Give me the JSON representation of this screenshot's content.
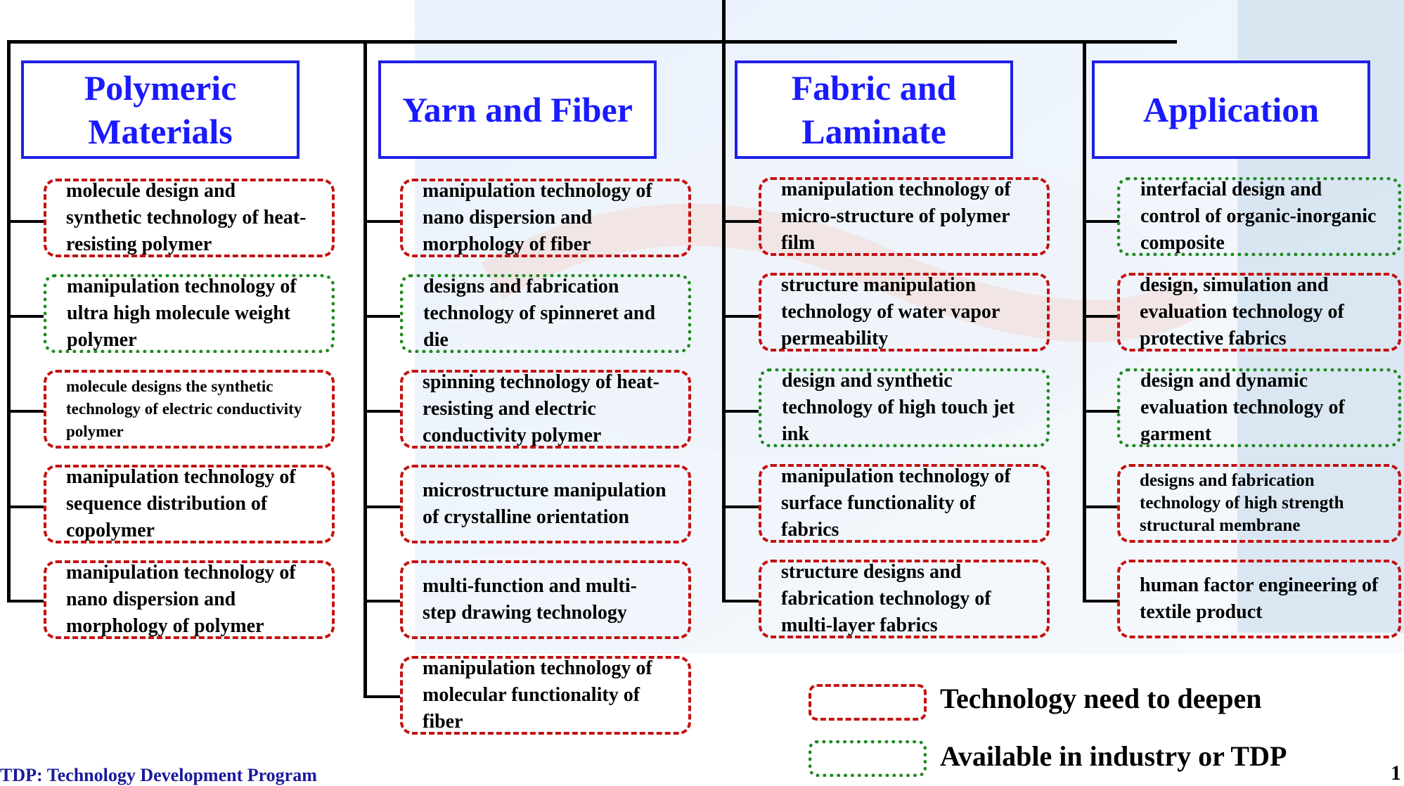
{
  "columns": [
    {
      "header": "Polymeric Materials",
      "items": [
        {
          "text": "molecule design and synthetic technology of heat-resisting polymer",
          "status": "deepen"
        },
        {
          "text": "manipulation technology of ultra high molecule weight polymer",
          "status": "available"
        },
        {
          "text": "molecule designs the synthetic technology of electric conductivity polymer",
          "status": "deepen"
        },
        {
          "text": "manipulation technology of sequence distribution of copolymer",
          "status": "deepen"
        },
        {
          "text": "manipulation technology of nano dispersion and morphology of polymer",
          "status": "deepen"
        }
      ]
    },
    {
      "header": "Yarn and Fiber",
      "items": [
        {
          "text": "manipulation technology of nano dispersion and morphology of fiber",
          "status": "deepen"
        },
        {
          "text": "designs and fabrication technology of spinneret and die",
          "status": "available"
        },
        {
          "text": "spinning technology of heat-resisting and electric conductivity polymer",
          "status": "deepen"
        },
        {
          "text": "microstructure manipulation of crystalline orientation",
          "status": "deepen"
        },
        {
          "text": "multi-function and multi-step drawing technology",
          "status": "deepen"
        },
        {
          "text": "manipulation technology of molecular functionality of fiber",
          "status": "deepen"
        }
      ]
    },
    {
      "header": "Fabric and Laminate",
      "items": [
        {
          "text": "manipulation technology of micro-structure of polymer film",
          "status": "deepen"
        },
        {
          "text": "structure manipulation technology of water vapor permeability",
          "status": "deepen"
        },
        {
          "text": "design and synthetic technology of high touch jet ink",
          "status": "available"
        },
        {
          "text": "manipulation technology of surface functionality of fabrics",
          "status": "deepen"
        },
        {
          "text": "structure designs and fabrication technology of multi-layer fabrics",
          "status": "deepen"
        }
      ]
    },
    {
      "header": "Application",
      "items": [
        {
          "text": "interfacial design and control of organic-inorganic composite",
          "status": "available"
        },
        {
          "text": "design, simulation and evaluation technology of protective fabrics",
          "status": "deepen"
        },
        {
          "text": "design and dynamic evaluation technology of garment",
          "status": "available"
        },
        {
          "text": "designs and fabrication technology of high strength structural membrane",
          "status": "deepen"
        },
        {
          "text": "human factor engineering of textile product",
          "status": "deepen"
        }
      ]
    }
  ],
  "legend": {
    "deepen": "Technology need to deepen",
    "available": "Available in industry or TDP"
  },
  "footnote": "TDP: Technology Development Program",
  "page_number": "1",
  "colors": {
    "header_border": "#1f1fe6",
    "header_text": "#1a1aff",
    "deepen_border": "#c41010",
    "available_border": "#1e8a1e"
  }
}
